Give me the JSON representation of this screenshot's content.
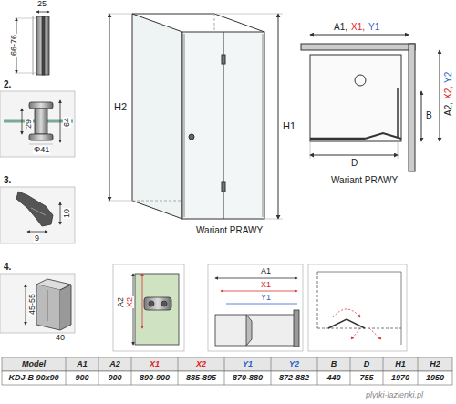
{
  "diagram": {
    "labels": [
      "25",
      "66-76",
      "2.",
      "29",
      "64",
      "Φ41",
      "3.",
      "10",
      "9",
      "4.",
      "45-55",
      "40",
      "H1",
      "H2",
      "Wariant PRAWY",
      "A1,",
      "X1,",
      "Y1",
      "A2,",
      "X2,",
      "Y2",
      "B",
      "D",
      "Wariant PRAWY",
      "A2",
      "X2",
      "A1",
      "X1",
      "Y1",
      "Model",
      "A1",
      "A2",
      "X1",
      "X2",
      "Y1",
      "Y2",
      "B",
      "D",
      "H1",
      "H2",
      "KDJ-B 90x90",
      "900",
      "900",
      "890-900",
      "885-895",
      "870-880",
      "872-882",
      "440",
      "755",
      "1970",
      "1950",
      "plytki-lazienki.pl"
    ]
  }
}
